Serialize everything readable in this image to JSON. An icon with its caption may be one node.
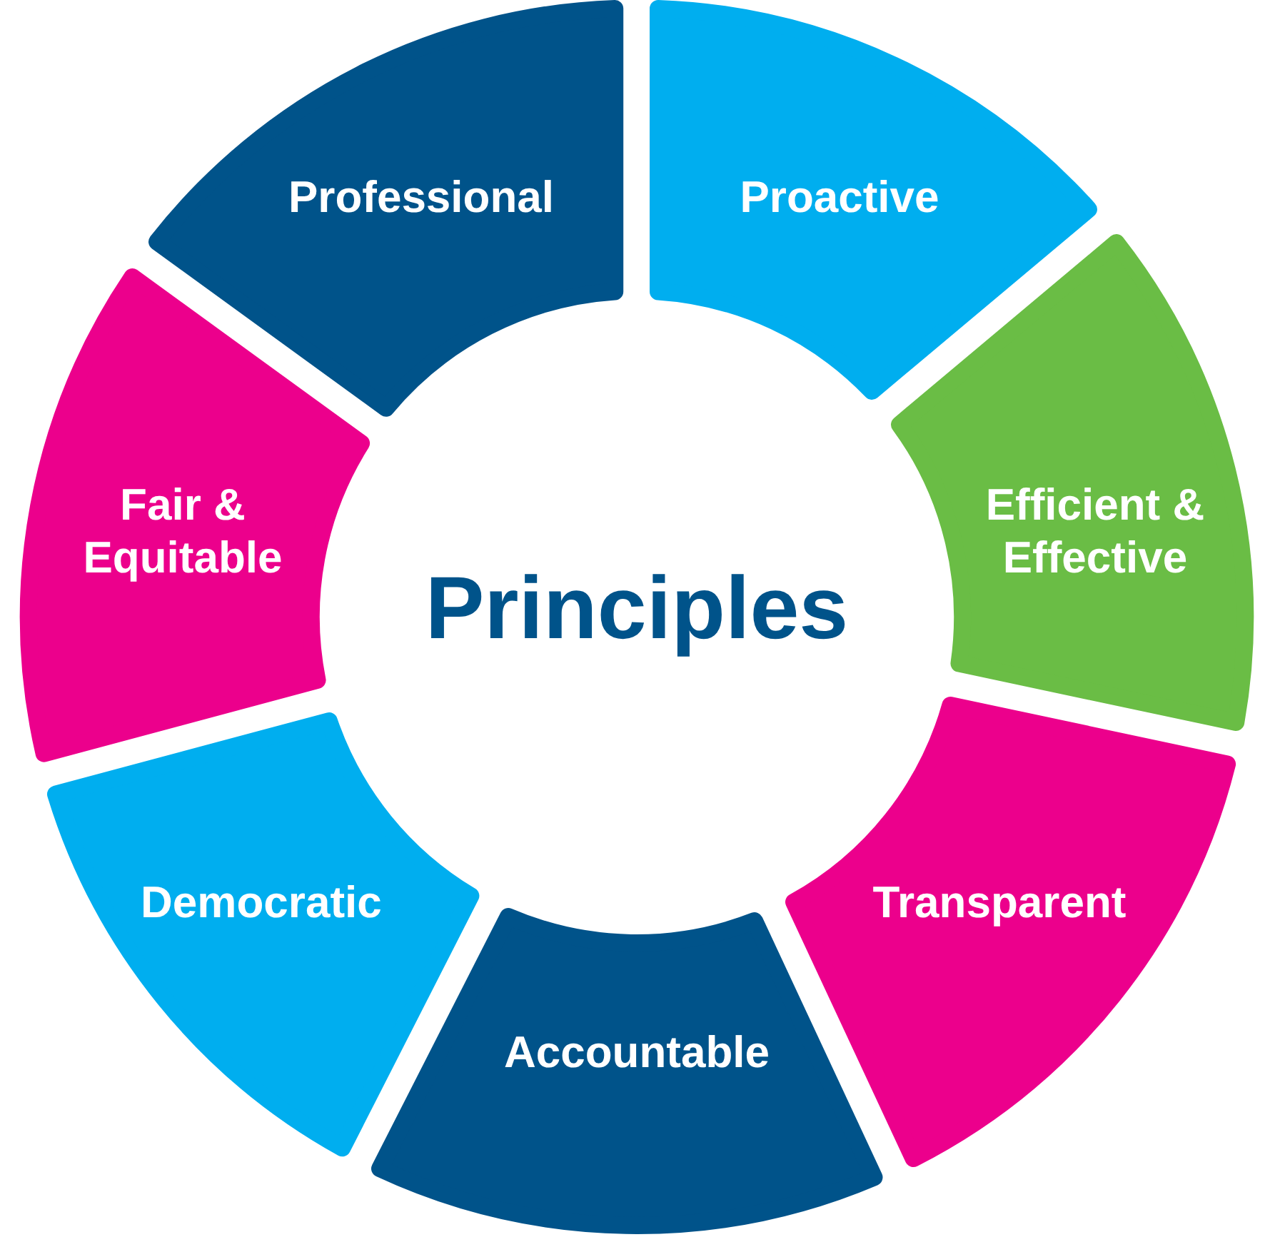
{
  "diagram": {
    "nodes": [
      {
        "text": [
          "Professional"
        ]
      },
      {
        "text": [
          "Proactive"
        ]
      },
      {
        "text": [
          "Efficient & Effective"
        ]
      },
      {
        "text": [
          "Transparent"
        ]
      },
      {
        "text": [
          "Accountable"
        ]
      },
      {
        "text": [
          "Democratic"
        ]
      },
      {
        "text": [
          "Fair & Equitable"
        ]
      },
      {
        "text": [
          "Principles"
        ]
      }
    ]
  }
}
